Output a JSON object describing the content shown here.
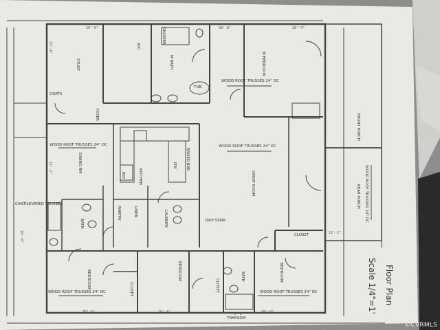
{
  "plan": {
    "title": "Floor Plan",
    "scale": "Scale 1/4\"=1'",
    "rooms": {
      "study": "STUDY",
      "wic": "WIC",
      "shower": "SHOWER",
      "m_bath": "M BATH",
      "tub": "TUB",
      "m_bedroom": "M BEDROOM",
      "coats": "COATS",
      "foyer": "FOYER",
      "dining_rm": "DINING RM",
      "kitchen": "KITCHEN",
      "raised_bar": "RAISED BAR",
      "ref": "REF",
      "dw": "DW",
      "great_room": "GREAT ROOM",
      "pantry": "PANTRY",
      "linen": "LINEN",
      "bath_1": "BATH",
      "laundry": "LAUNDRY",
      "disp_stair": "DISP STAIR",
      "bedroom_1": "BEDROOM",
      "bedroom_2": "BEDROOM",
      "bedroom_3": "BEDROOM",
      "bath_2": "BATH",
      "closet_1": "CLOSET",
      "closet_2": "CLOSET",
      "closet_3": "CLOSET",
      "front_porch": "FRONT PORCH",
      "rear_porch": "REAR PORCH",
      "cantilevered": "CANTILEVERED TRUSSES",
      "transom": "TRANSOM"
    },
    "notes": {
      "trusses_1": "WOOD ROOF TRUSSES 24\" OC",
      "trusses_2": "WOOD ROOF TRUSSES 24\" OC",
      "trusses_3": "WOOD ROOF TRUSSES 24\" OC",
      "trusses_4": "WOOD ROOF TRUSSES 24\" OC",
      "trusses_5": "WOOD ROOF TRUSSES 24\" OC",
      "trusses_6": "WOOD ROOF TRUSSES 24\" OC"
    },
    "dims": {
      "d1": "29'-6\"",
      "d2": "38'-8\"",
      "d3": "28'-4\"",
      "d4": "19'-4\"",
      "d5": "12'-2\"",
      "d6": "38'-8\"",
      "d7": "28'-4\"",
      "d8": "3'-0\"",
      "d9": "10'-0\"",
      "d10": "12'-2\"",
      "d11": "38'-8\""
    }
  },
  "watermark": "©CVRMLS"
}
